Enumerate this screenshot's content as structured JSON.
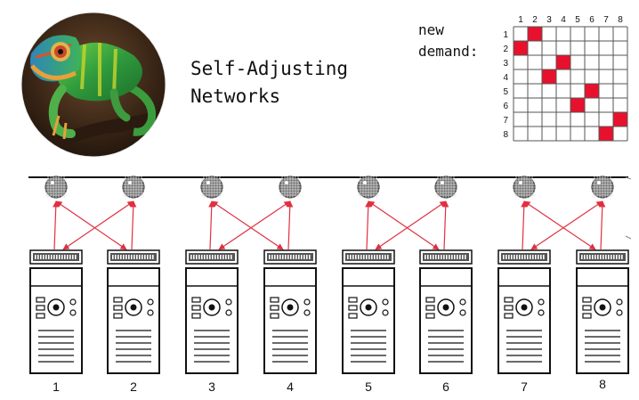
{
  "title": {
    "line1": "Self-Adjusting",
    "line2": "Networks"
  },
  "demand": {
    "label_line1": "new",
    "label_line2": "demand:",
    "row_labels": [
      "1",
      "2",
      "3",
      "4",
      "5",
      "6",
      "7",
      "8"
    ],
    "col_labels": [
      "1",
      "2",
      "3",
      "4",
      "5",
      "6",
      "7",
      "8"
    ],
    "filled_cells": [
      [
        1,
        2
      ],
      [
        2,
        1
      ],
      [
        3,
        4
      ],
      [
        4,
        3
      ],
      [
        5,
        6
      ],
      [
        6,
        5
      ],
      [
        7,
        8
      ],
      [
        8,
        7
      ]
    ],
    "fill_color": "#e8112d"
  },
  "network": {
    "link_color": "#e03040",
    "switches": [
      "disco-ball-1",
      "disco-ball-2",
      "disco-ball-3",
      "disco-ball-4",
      "disco-ball-5",
      "disco-ball-6",
      "disco-ball-7",
      "disco-ball-8"
    ],
    "server_labels": [
      "1",
      "2",
      "3",
      "4",
      "5",
      "6",
      "7",
      "8"
    ],
    "links": [
      [
        1,
        1
      ],
      [
        1,
        2
      ],
      [
        2,
        1
      ],
      [
        2,
        2
      ],
      [
        3,
        3
      ],
      [
        3,
        4
      ],
      [
        4,
        3
      ],
      [
        4,
        4
      ],
      [
        5,
        5
      ],
      [
        5,
        6
      ],
      [
        6,
        5
      ],
      [
        6,
        6
      ],
      [
        7,
        7
      ],
      [
        7,
        8
      ],
      [
        8,
        7
      ],
      [
        8,
        8
      ]
    ]
  },
  "image": {
    "subject": "chameleon"
  }
}
